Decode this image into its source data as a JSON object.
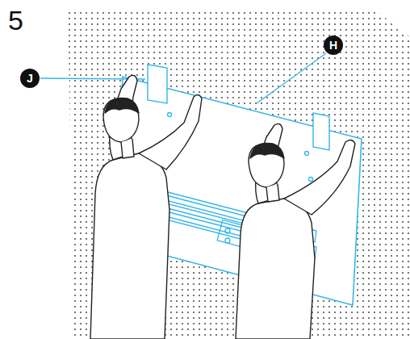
{
  "diagram": {
    "labels": [
      "5",
      "J",
      "H"
    ]
  }
}
